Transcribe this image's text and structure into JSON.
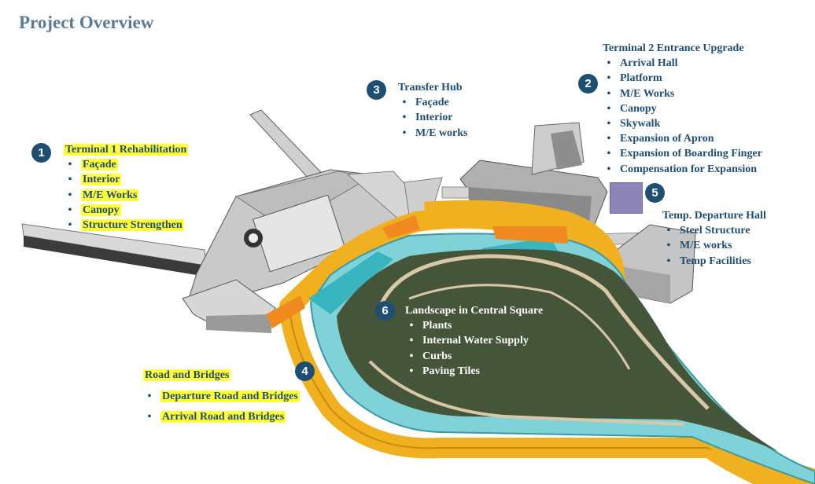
{
  "title": "Project Overview",
  "callouts": [
    {
      "number": "1",
      "heading": "Terminal 1 Rehabilitation",
      "items": [
        "Façade",
        "Interior",
        "M/E Works",
        "Canopy",
        "Structure Strengthen"
      ]
    },
    {
      "number": "2",
      "heading": "Terminal 2 Entrance Upgrade",
      "items": [
        "Arrival Hall",
        "Platform",
        "M/E Works",
        "Canopy",
        "Skywalk",
        "Expansion of Apron",
        "Expansion of Boarding Finger",
        "Compensation for Expansion"
      ]
    },
    {
      "number": "3",
      "heading": "Transfer Hub",
      "items": [
        "Façade",
        "Interior",
        "M/E works"
      ]
    },
    {
      "number": "4",
      "heading": "Road and Bridges",
      "items": [
        "Departure Road and Bridges",
        "Arrival Road and Bridges"
      ]
    },
    {
      "number": "5",
      "heading": "Temp. Departure Hall",
      "items": [
        "Steel Structure",
        "M/E works",
        "Temp Facilities"
      ]
    },
    {
      "number": "6",
      "heading": "Landscape in Central Square",
      "items": [
        "Plants",
        "Internal Water Supply",
        "Curbs",
        "Paving Tiles"
      ]
    }
  ],
  "bullet": "•",
  "colors": {
    "badge": "#1f4e73",
    "text": "#1f4e73",
    "highlight": "#ffff3a",
    "title": "#5a7a96",
    "lawn": "#45553a",
    "water": "#7fd3d8",
    "road": "#f0b020",
    "marker": "#8d85b5"
  }
}
